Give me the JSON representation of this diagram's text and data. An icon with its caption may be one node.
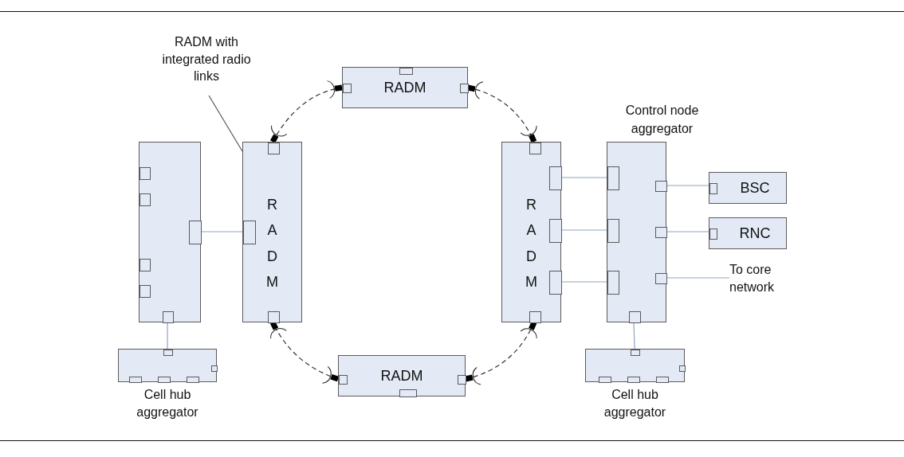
{
  "diagram": {
    "nodes": [
      {
        "text": [],
        "shape": "box"
      },
      {
        "text": [
          "RADM"
        ]
      },
      {
        "text": [
          "RADM"
        ]
      },
      {
        "text": [
          "RADM"
        ]
      },
      {
        "text": [
          "Control node aggregator"
        ]
      },
      {
        "text": [
          "BSC"
        ]
      },
      {
        "text": [
          "RNC"
        ]
      },
      {
        "text": [
          "RADM"
        ]
      },
      {
        "text": [
          "Cell hub aggregator"
        ]
      },
      {
        "text": [
          "Cell hub aggregator"
        ]
      },
      {
        "text": [
          "To core network"
        ]
      },
      {
        "text": [
          "RADM with integrated radio links"
        ]
      }
    ],
    "edges": [
      {
        "from": 0,
        "to": 1,
        "arrow": "none"
      },
      {
        "from": 3,
        "to": 4,
        "arrow": "none"
      },
      {
        "from": 3,
        "to": 4,
        "arrow": "none"
      },
      {
        "from": 3,
        "to": 4,
        "arrow": "none"
      },
      {
        "from": 4,
        "to": 5,
        "arrow": "none"
      },
      {
        "from": 4,
        "to": 6,
        "arrow": "none"
      },
      {
        "from": 4,
        "to": 10,
        "arrow": "none"
      },
      {
        "from": 0,
        "to": 8,
        "arrow": "none"
      },
      {
        "from": 4,
        "to": 9,
        "arrow": "none"
      },
      {
        "from": 1,
        "to": 2,
        "arrow": "other",
        "style": "dashed",
        "color": "#333333"
      },
      {
        "from": 2,
        "to": 3,
        "arrow": "other",
        "style": "dashed",
        "color": "#333333"
      },
      {
        "from": 3,
        "to": 7,
        "arrow": "other",
        "style": "dashed",
        "color": "#333333"
      },
      {
        "from": 7,
        "to": 1,
        "arrow": "other",
        "style": "dashed",
        "color": "#333333"
      },
      {
        "from": 11,
        "to": 1,
        "arrow": "none",
        "color": "#555555"
      }
    ]
  }
}
